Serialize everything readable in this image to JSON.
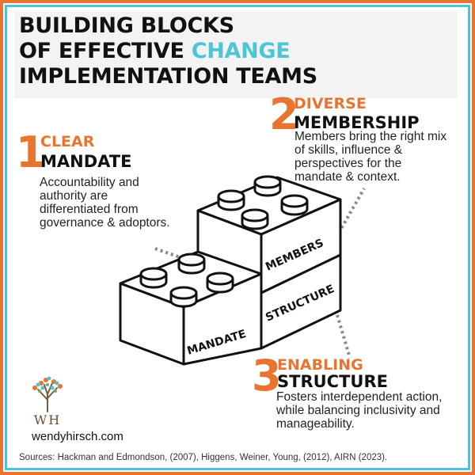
{
  "title": {
    "line1": "BUILDING BLOCKS",
    "line2_prefix": "OF EFFECTIVE ",
    "line2_accent": "CHANGE",
    "line3": "IMPLEMENTATION TEAMS"
  },
  "blocks": [
    {
      "number": "1",
      "heading_top": "CLEAR",
      "heading_bottom": "MANDATE",
      "description": [
        "Accountability and",
        "authority are",
        "differentiated from",
        "governance & adoptors."
      ]
    },
    {
      "number": "2",
      "heading_top": "DIVERSE",
      "heading_bottom": "MEMBERSHIP",
      "description": [
        "Members bring the right mix",
        "of skills, influence &",
        "perspectives for the",
        "mandate & context."
      ]
    },
    {
      "number": "3",
      "heading_top": "ENABLING",
      "heading_bottom": "STRUCTURE",
      "description": [
        "Fosters interdependent action,",
        "while balancing inclusivity and",
        "manageability."
      ]
    }
  ],
  "brick_labels": {
    "mandate": "MANDATE",
    "members": "MEMBERS",
    "structure": "STRUCTURE"
  },
  "logo": {
    "monogram": "WH",
    "website": "wendyhirsch.com"
  },
  "sources": "Sources: Hackman and Edmondson, (2007), Higgens, Weiner, Young, (2012), AIRN (2023).",
  "colors": {
    "orange": "#e8742f",
    "teal": "#4cc6d4",
    "ink": "#111111"
  }
}
